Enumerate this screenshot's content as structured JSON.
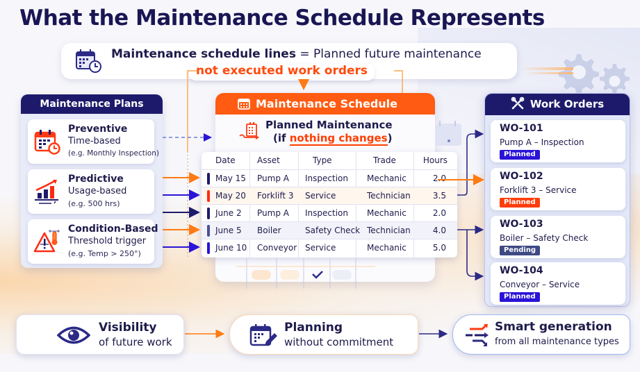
{
  "title": "What the Maintenance Schedule Represents",
  "banner": {
    "icon": "calendar-clock-icon",
    "bold": "Maintenance schedule lines",
    "rest": " = Planned future maintenance",
    "emphasis": "not executed work orders"
  },
  "plans": {
    "header": "Maintenance Plans",
    "items": [
      {
        "icon": "calendar-clock-icon",
        "title": "Preventive",
        "subtitle": "Time-based",
        "example": "(e.g. Monthly Inspection)"
      },
      {
        "icon": "bar-chart-trend-icon",
        "title": "Predictive",
        "subtitle": "Usage-based",
        "example": "(e.g. 500 hrs)"
      },
      {
        "icon": "warning-thermometer-icon",
        "title": "Condition-Based",
        "subtitle": "Threshold trigger",
        "example": "(e.g. Temp > 250°)"
      }
    ]
  },
  "schedule": {
    "header": "Maintenance Schedule",
    "planned_title": "Planned Maintenance",
    "planned_sub_pre": "(if ",
    "planned_sub_hl": "nothing changes",
    "planned_sub_post": ")",
    "columns": [
      "Date",
      "Asset",
      "Type",
      "Trade",
      "Hours"
    ],
    "rows": [
      {
        "date": "May 15",
        "asset": "Pump A",
        "type": "Inspection",
        "trade": "Mechanic",
        "hours": "2.0",
        "marker": "#1e1a6b"
      },
      {
        "date": "May 20",
        "asset": "Forklift 3",
        "type": "Service",
        "trade": "Technician",
        "hours": "3.5",
        "marker": "#ff2a12"
      },
      {
        "date": "June 2",
        "asset": "Pump A",
        "type": "Inspection",
        "trade": "Mechanic",
        "hours": "2.0",
        "marker": "#1e1a6b"
      },
      {
        "date": "June 5",
        "asset": "Boiler",
        "type": "Safety Check",
        "trade": "Technician",
        "hours": "4.0",
        "marker": "#4b5190"
      },
      {
        "date": "June 10",
        "asset": "Conveyor",
        "type": "Service",
        "trade": "Mechanic",
        "hours": "5.0",
        "marker": "#2a14d6"
      }
    ]
  },
  "work_orders": {
    "header": "Work Orders",
    "items": [
      {
        "id": "WO-101",
        "desc": "Pump A – Inspection",
        "status": "Planned",
        "color": "#2a14d6"
      },
      {
        "id": "WO-102",
        "desc": "Forklift 3 – Service",
        "status": "Planned",
        "color": "#ff3d0a"
      },
      {
        "id": "WO-103",
        "desc": "Boiler – Safety Check",
        "status": "Pending",
        "color": "#3f4a85"
      },
      {
        "id": "WO-104",
        "desc": "Conveyor – Service",
        "status": "Planned",
        "color": "#2a14d6"
      }
    ]
  },
  "benefits": [
    {
      "icon": "eye-icon",
      "title": "Visibility",
      "subtitle": "of future work"
    },
    {
      "icon": "calendar-edit-icon",
      "title": "Planning",
      "subtitle": "without commitment"
    },
    {
      "icon": "smart-arrows-icon",
      "title": "Smart generation",
      "subtitle": "from all maintenance types"
    }
  ],
  "colors": {
    "navy": "#1e1a6b",
    "orange": "#ff5b12",
    "red_accent": "#ff3d00",
    "blue": "#2a14d6",
    "pending": "#3f4a85"
  }
}
